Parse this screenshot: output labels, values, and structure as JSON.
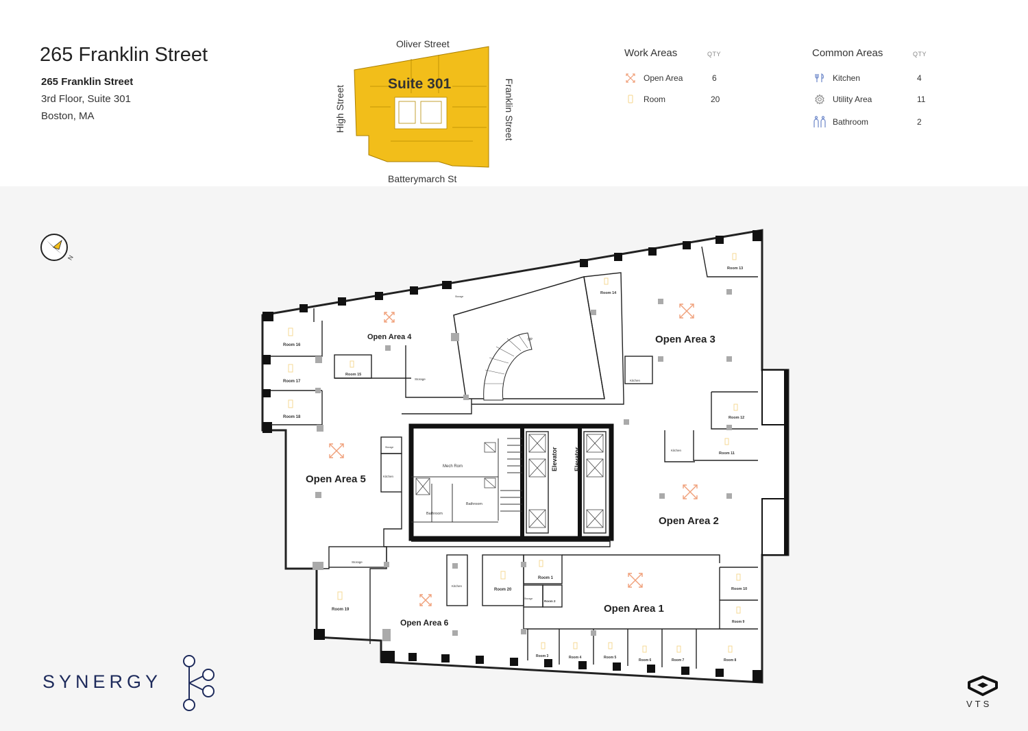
{
  "header": {
    "title": "265 Franklin Street",
    "address_line1": "265 Franklin Street",
    "address_line2": "3rd Floor, Suite 301",
    "address_line3": "Boston, MA"
  },
  "keyplan": {
    "suite_label": "Suite 301",
    "streets": {
      "north": "Oliver Street",
      "west": "High Street",
      "east": "Franklin Street",
      "south": "Batterymarch St"
    },
    "highlight_color": "#f2be1a"
  },
  "legend": {
    "work": {
      "title": "Work Areas",
      "qty_label": "QTY",
      "items": [
        {
          "label": "Open Area",
          "qty": "6",
          "icon": "open-area-icon"
        },
        {
          "label": "Room",
          "qty": "20",
          "icon": "room-icon"
        }
      ]
    },
    "common": {
      "title": "Common Areas",
      "qty_label": "QTY",
      "items": [
        {
          "label": "Kitchen",
          "qty": "4",
          "icon": "kitchen-icon"
        },
        {
          "label": "Utility Area",
          "qty": "11",
          "icon": "gear-icon"
        },
        {
          "label": "Bathroom",
          "qty": "2",
          "icon": "bathroom-icon"
        }
      ]
    }
  },
  "compass": {
    "label": "N"
  },
  "plan": {
    "open_areas": [
      "Open Area 1",
      "Open Area 2",
      "Open Area 3",
      "Open Area 4",
      "Open Area 5",
      "Open Area 6"
    ],
    "rooms": [
      "Room 1",
      "Room 2",
      "Room 3",
      "Room 4",
      "Room 5",
      "Room 6",
      "Room 7",
      "Room 8",
      "Room 9",
      "Room 10",
      "Room 11",
      "Room 12",
      "Room 13",
      "Room 14",
      "Room 15",
      "Room 16",
      "Room 17",
      "Room 18",
      "Room 19",
      "Room 20"
    ],
    "kitchen_label": "Kitchen",
    "storage_label": "Storage",
    "bathroom_label": "Bathroom",
    "mech_label": "Mech Rom",
    "elevator_label": "Elevator",
    "up_label": "UP",
    "accent_color": "#f0a07a",
    "room_icon_color": "#f5d58a"
  },
  "branding": {
    "company": "SYNERGY",
    "platform": "VTS"
  }
}
